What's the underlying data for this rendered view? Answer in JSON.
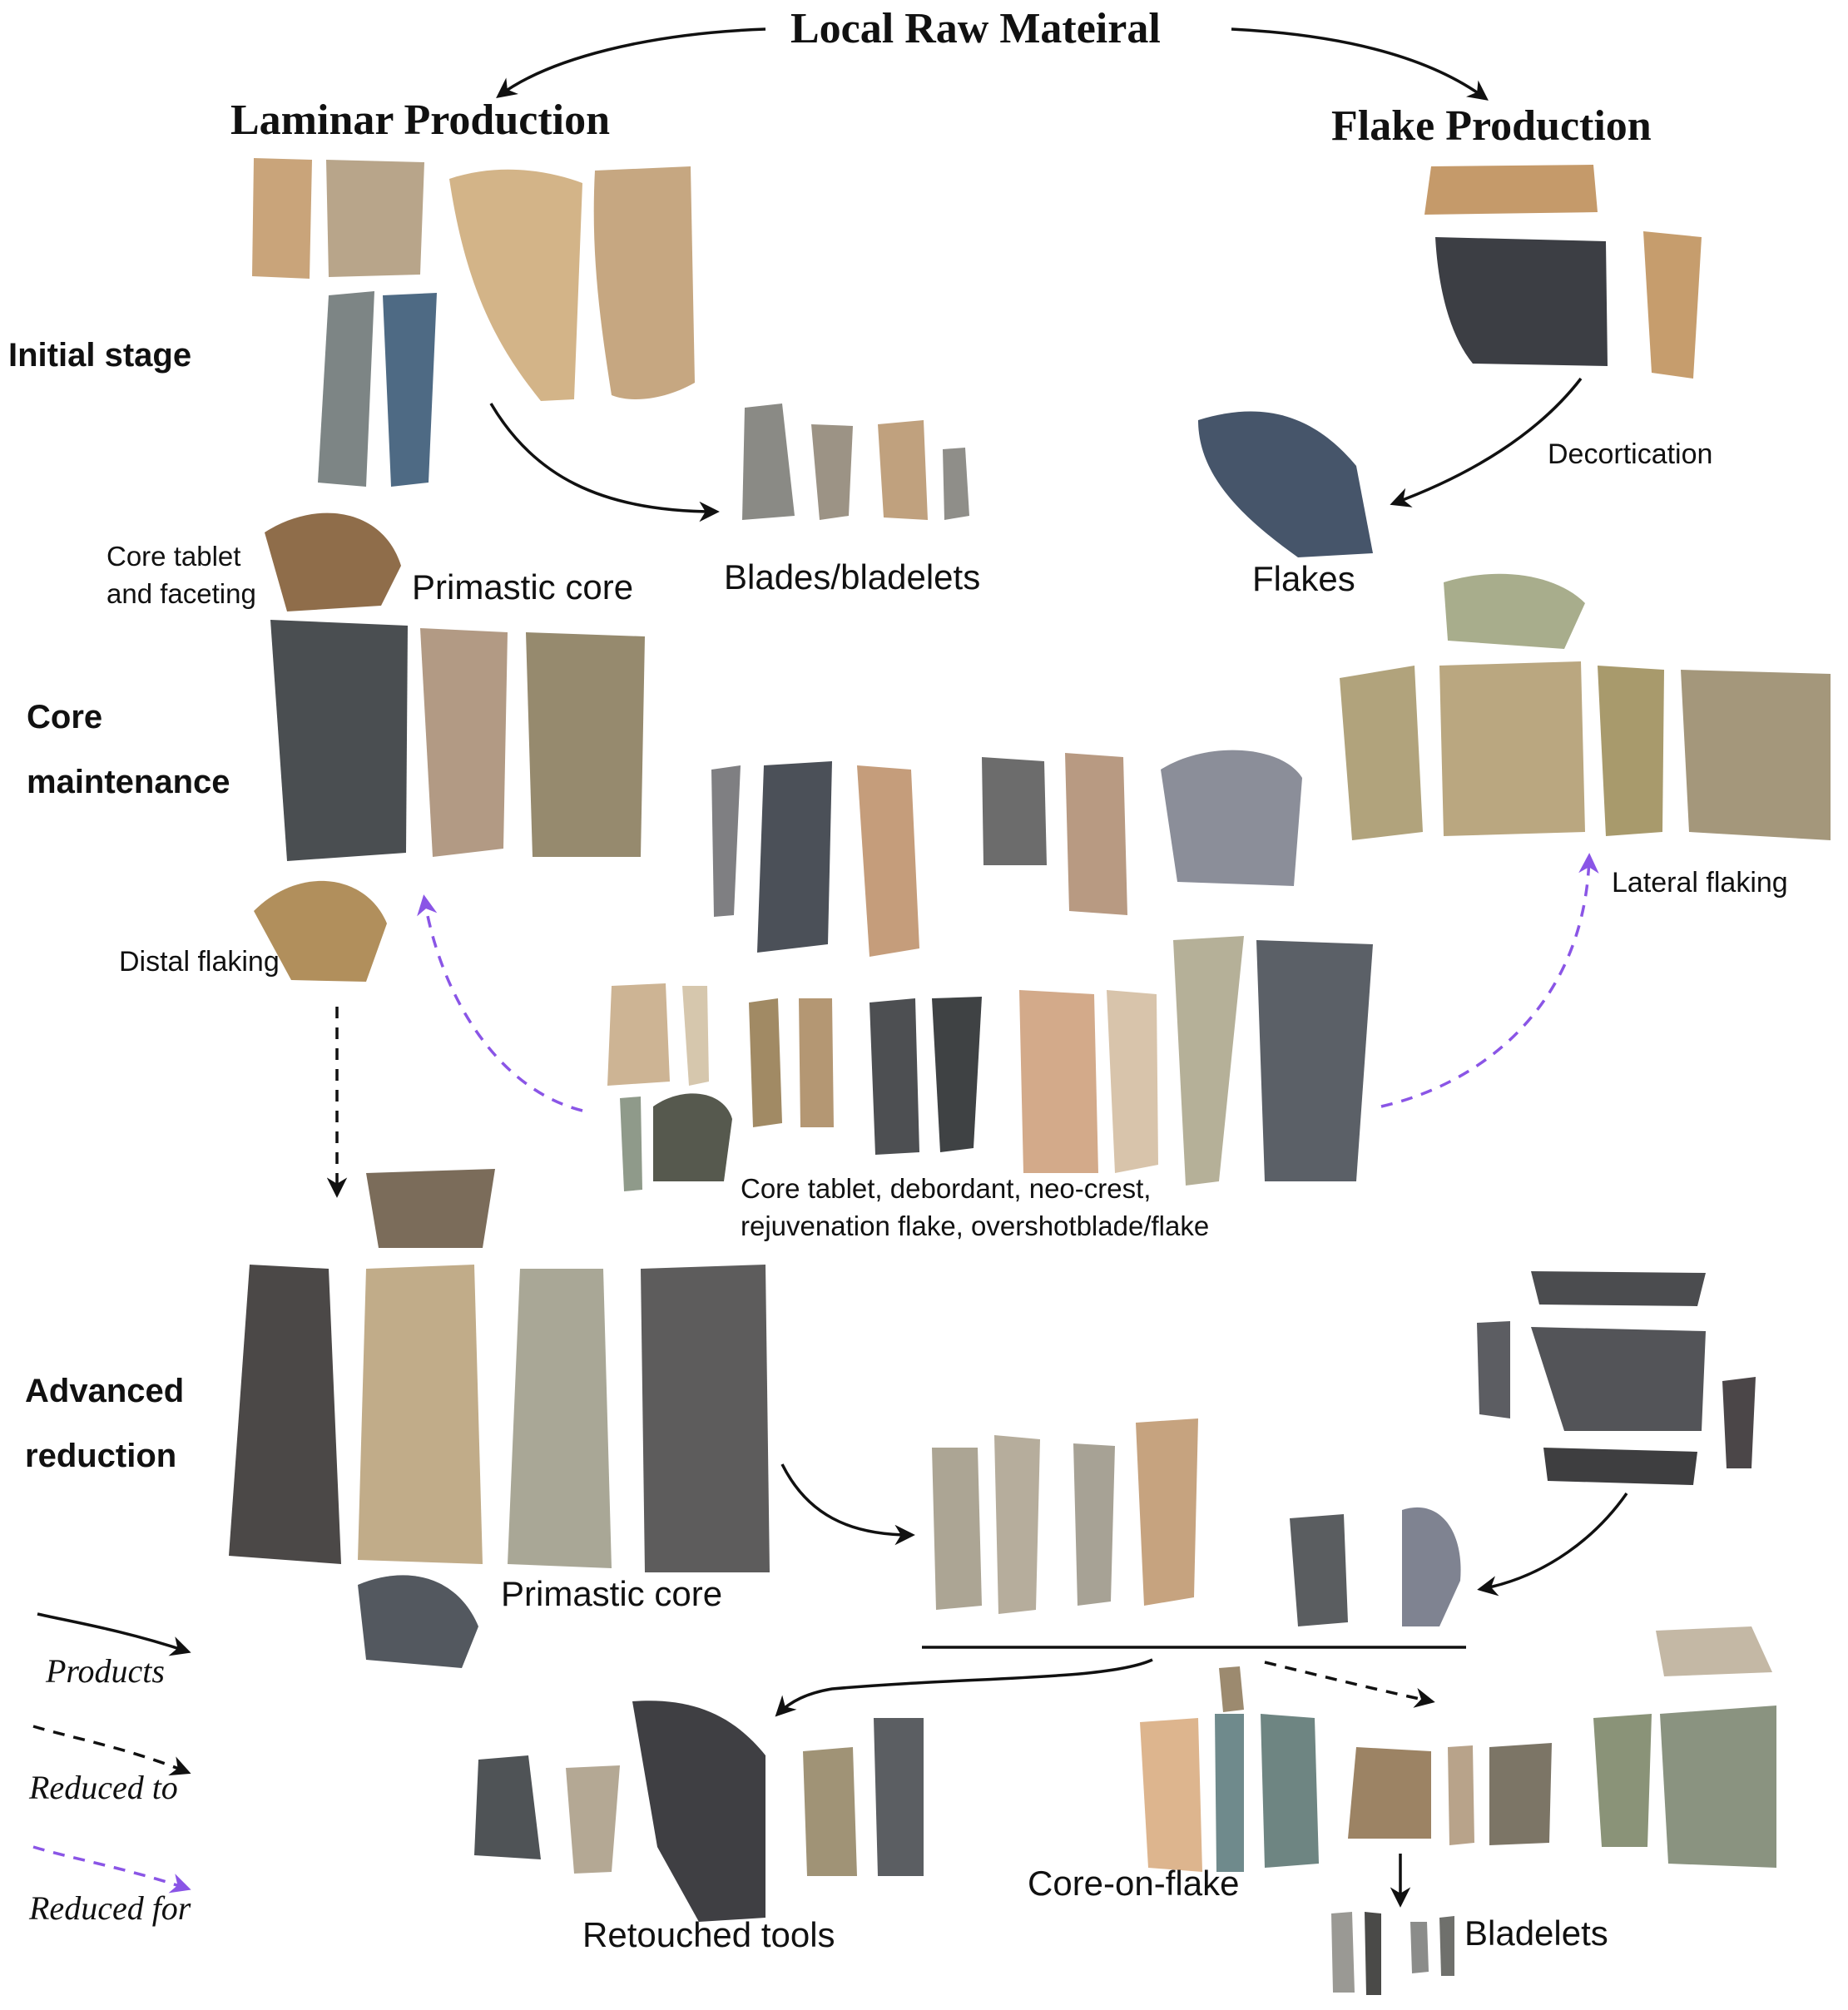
{
  "diagram": {
    "root": "Local Raw Mateiral",
    "branches": {
      "laminar": "Laminar Production",
      "flake": "Flake Production"
    },
    "stages": {
      "initial": "Initial stage",
      "core_maint_1": "Core",
      "core_maint_2": "maintenance",
      "advanced_1": "Advanced",
      "advanced_2": "reduction"
    },
    "labels": {
      "core_tablet_1": "Core tablet",
      "core_tablet_2": "and faceting",
      "prismatic_core_top": "Primastic core",
      "blades": "Blades/bladelets",
      "decortication": "Decortication",
      "flakes": "Flakes",
      "lateral_flaking": "Lateral flaking",
      "distal_flaking": "Distal flaking",
      "maint_products_1": "Core tablet, debordant, neo-crest,",
      "maint_products_2": "rejuvenation flake, overshotblade/flake",
      "prismatic_core_bottom": "Primastic core",
      "retouched_tools": "Retouched tools",
      "core_on_flake": "Core-on-flake",
      "bladelets": "Bladelets"
    },
    "legend": {
      "products": "Products",
      "reduced_to": "Reduced to",
      "reduced_for": "Reduced for"
    },
    "colors": {
      "text": "#111111",
      "arrow_solid": "#111111",
      "arrow_dashed": "#111111",
      "arrow_purple": "#8a55e6"
    }
  }
}
